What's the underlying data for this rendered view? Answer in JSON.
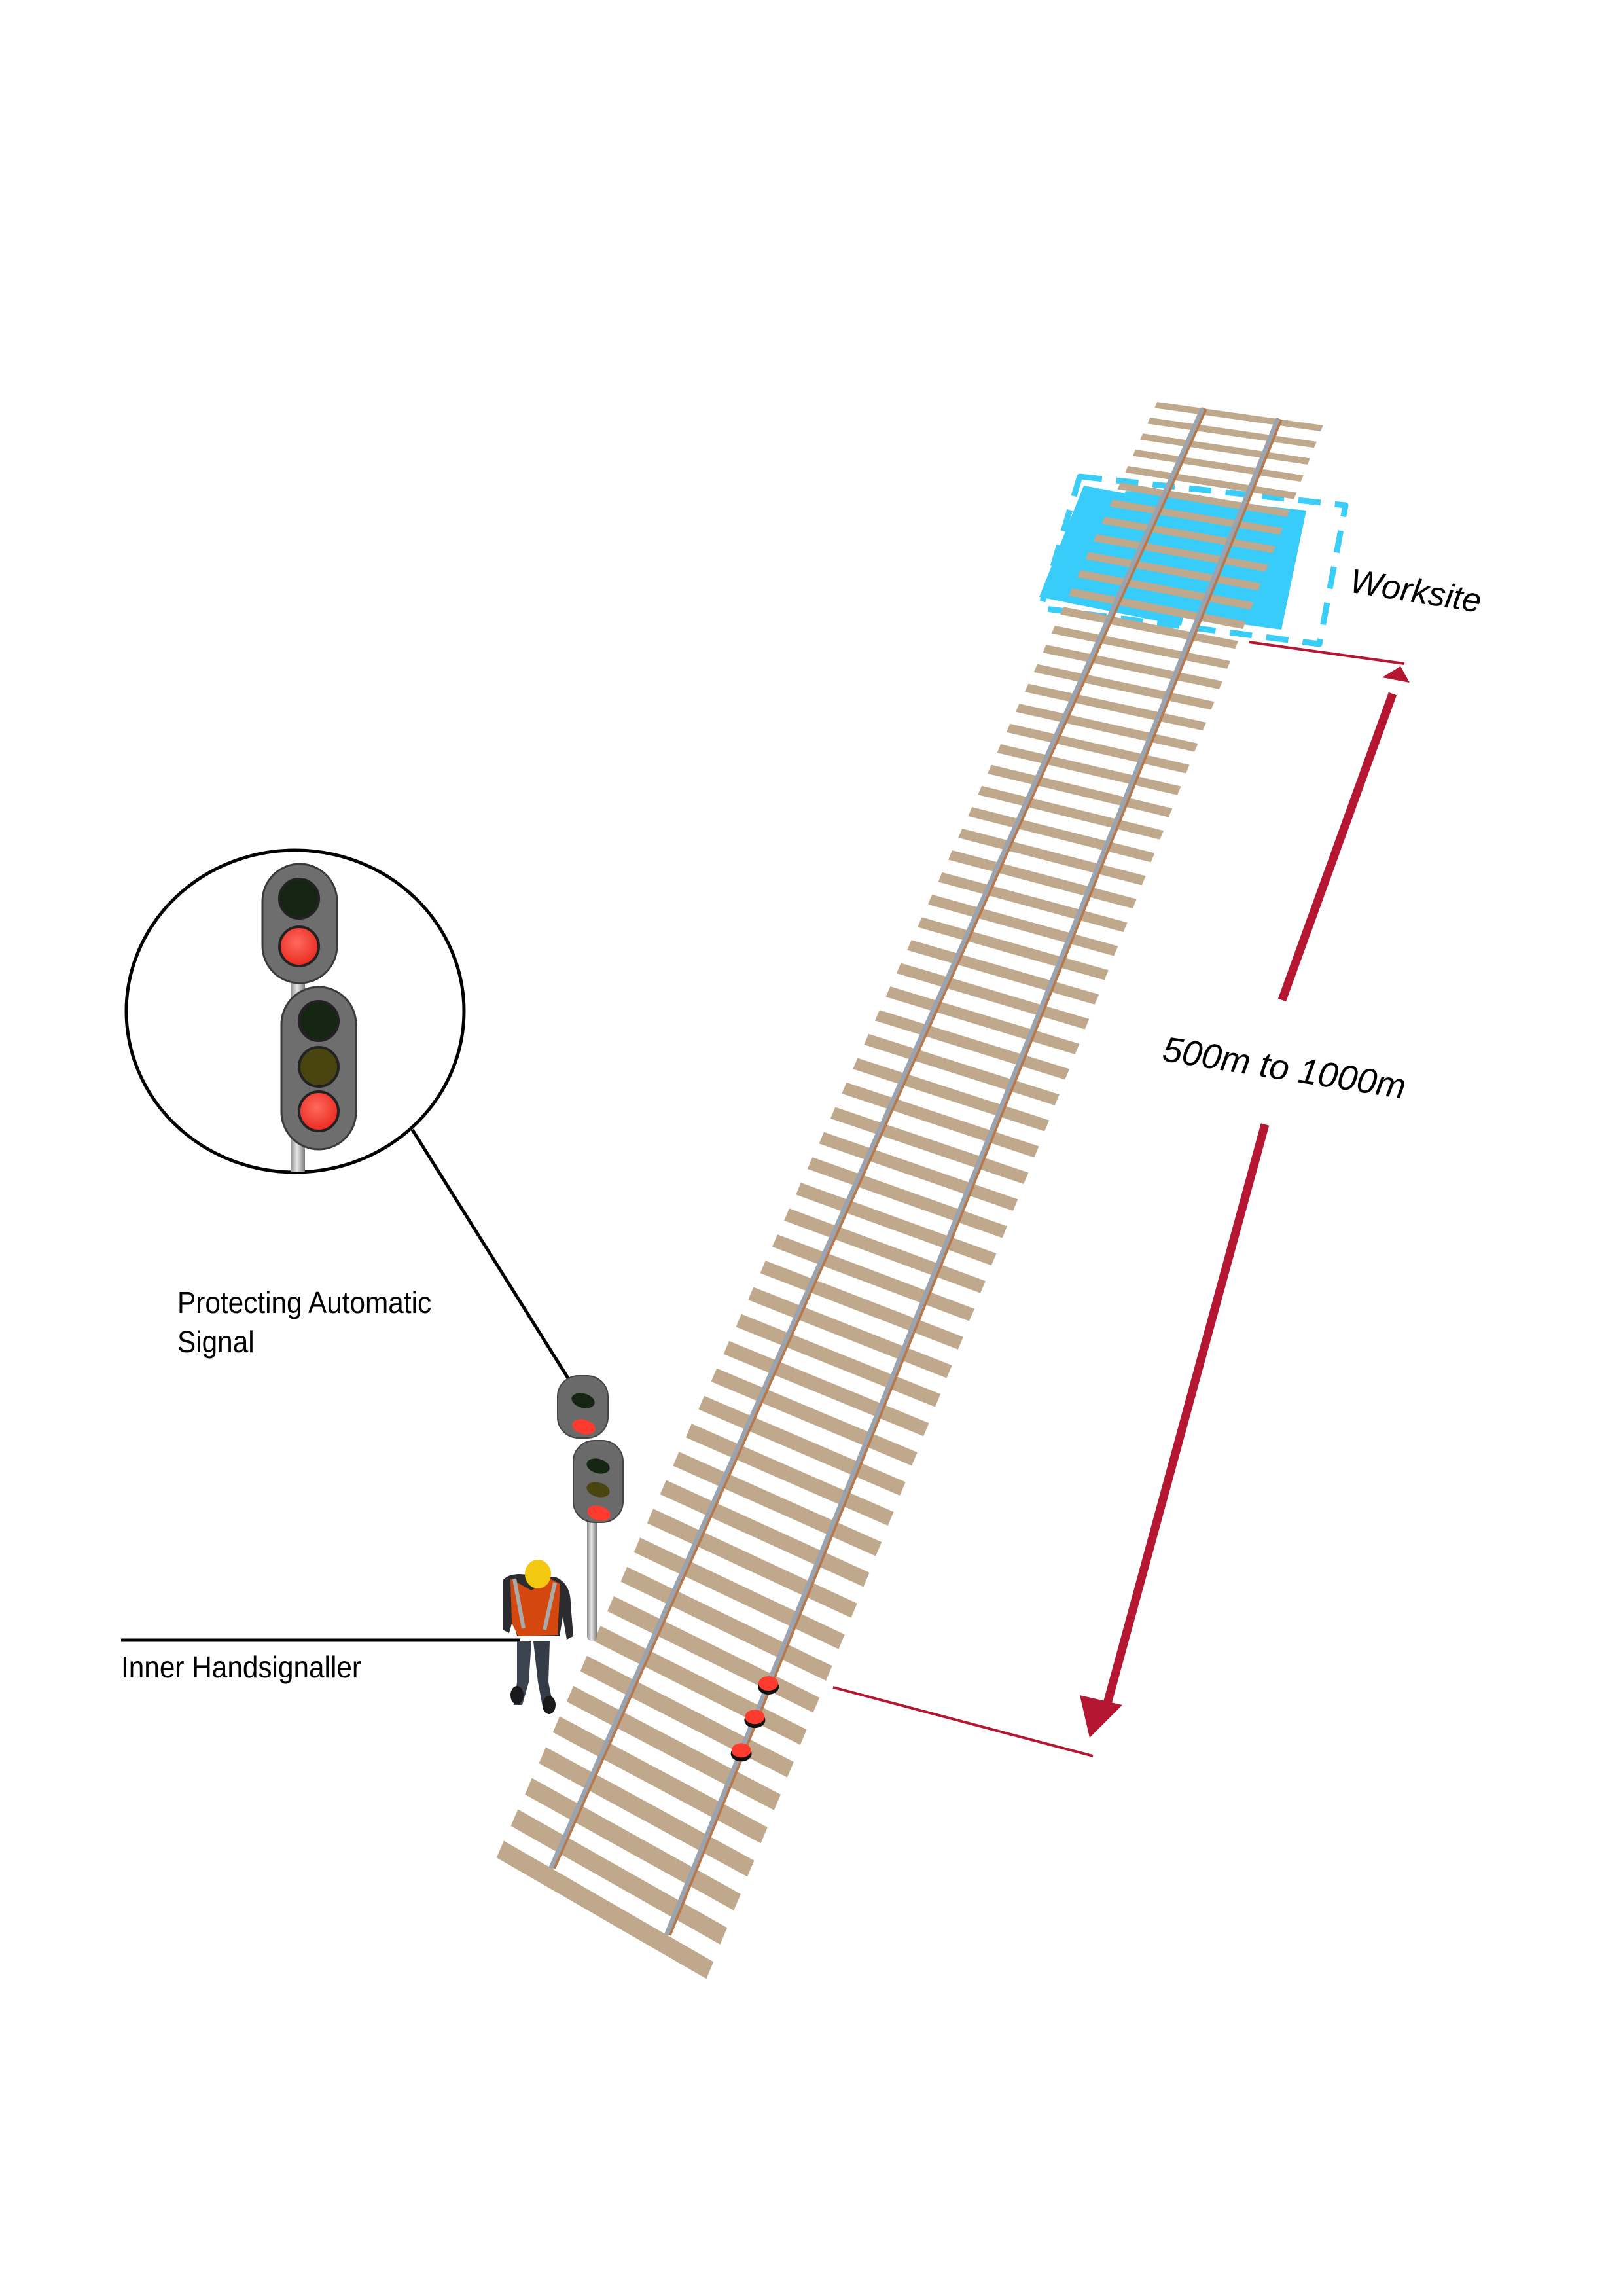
{
  "diagram": {
    "title": "Inner Handsignaller protection arrangement",
    "labels": {
      "worksite": "Worksite",
      "distance": "500m to 1000m",
      "signal_line1": "Protecting Automatic",
      "signal_line2": "Signal",
      "handsignaller": "Inner Handsignaller"
    },
    "elements": [
      {
        "id": "railway-track",
        "type": "track",
        "description": "Perspective railway track with timber sleepers and steel rails"
      },
      {
        "id": "worksite-zone",
        "type": "area",
        "description": "Blue shaded worksite rectangle with dashed cyan boundary"
      },
      {
        "id": "distance-arrow",
        "type": "dimension",
        "description": "Double-headed crimson arrow indicating 500m to 1000m"
      },
      {
        "id": "protecting-signal",
        "type": "signal",
        "heads": [
          {
            "lamps": [
              "green-off",
              "red-on"
            ]
          },
          {
            "lamps": [
              "green-off",
              "yellow-off",
              "red-on"
            ]
          }
        ]
      },
      {
        "id": "magnified-signal",
        "type": "callout",
        "description": "Circular enlarged view of the protecting automatic signal"
      },
      {
        "id": "detonators",
        "type": "marker",
        "count": 3,
        "color": "red"
      },
      {
        "id": "inner-handsignaller",
        "type": "person",
        "description": "Worker in yellow hard hat and orange hi-vis vest"
      }
    ],
    "colors": {
      "worksite_fill": "#38CCFB",
      "worksite_border": "#3ACDF8",
      "arrow": "#B51733",
      "sleeper": "#BFA88B",
      "rail": "#9AA3AE",
      "rail_web": "#B8784A",
      "signal_body": "#6E6E6E",
      "lamp_red": "#FF3B30",
      "lamp_green_off": "#142612",
      "lamp_yellow_off": "#4A4410",
      "detonator": "#FF3A2E",
      "hard_hat": "#F2C811",
      "vest": "#D4470E"
    }
  }
}
